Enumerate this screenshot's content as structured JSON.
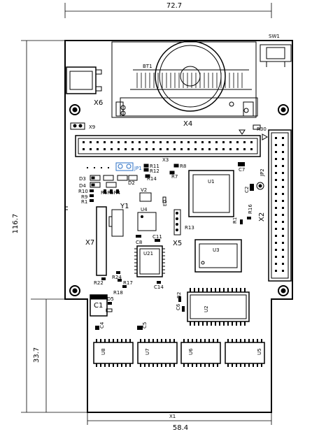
{
  "dimensions": {
    "width_top": "72.7",
    "height_left": "116.7",
    "connector_height": "33.7",
    "width_bottom": "58.4"
  },
  "labels": {
    "sw1": "SW1",
    "bt1": "BT1",
    "x6": "X6",
    "x9": "X9",
    "x4": "X4",
    "r30": "R30",
    "x3": "X3",
    "jp1": "JP1",
    "r11": "R11",
    "r12": "R12",
    "r8": "R8",
    "r14": "R14",
    "r7": "R7",
    "c7": "C7",
    "jp2": "JP2",
    "d3": "D3",
    "d4": "D4",
    "d2": "D2",
    "r10": "R10",
    "r9": "R9",
    "r1a": "R1",
    "r6r5": "R6R5R4",
    "u1": "U1",
    "c2": "C2",
    "x2": "X2",
    "y1": "Y1",
    "v2": "V2",
    "c3": "C3",
    "u4": "U4",
    "r13": "R13",
    "r1b": "R1",
    "r16": "R16",
    "x7": "X7",
    "c8": "C8",
    "c11": "C11",
    "x5": "X5",
    "u21": "U21",
    "u3": "U3",
    "r22": "R22",
    "r24": "R24",
    "r17": "R17",
    "r18": "R18",
    "c14": "C14",
    "r2": "R2",
    "c6": "C6",
    "u2": "U2",
    "c1": "C1",
    "d5": "D5",
    "c4": "C4",
    "c5": "C5",
    "u8": "U8",
    "u7": "U7",
    "u6": "U6",
    "u5": "U5",
    "x1": "X1"
  }
}
